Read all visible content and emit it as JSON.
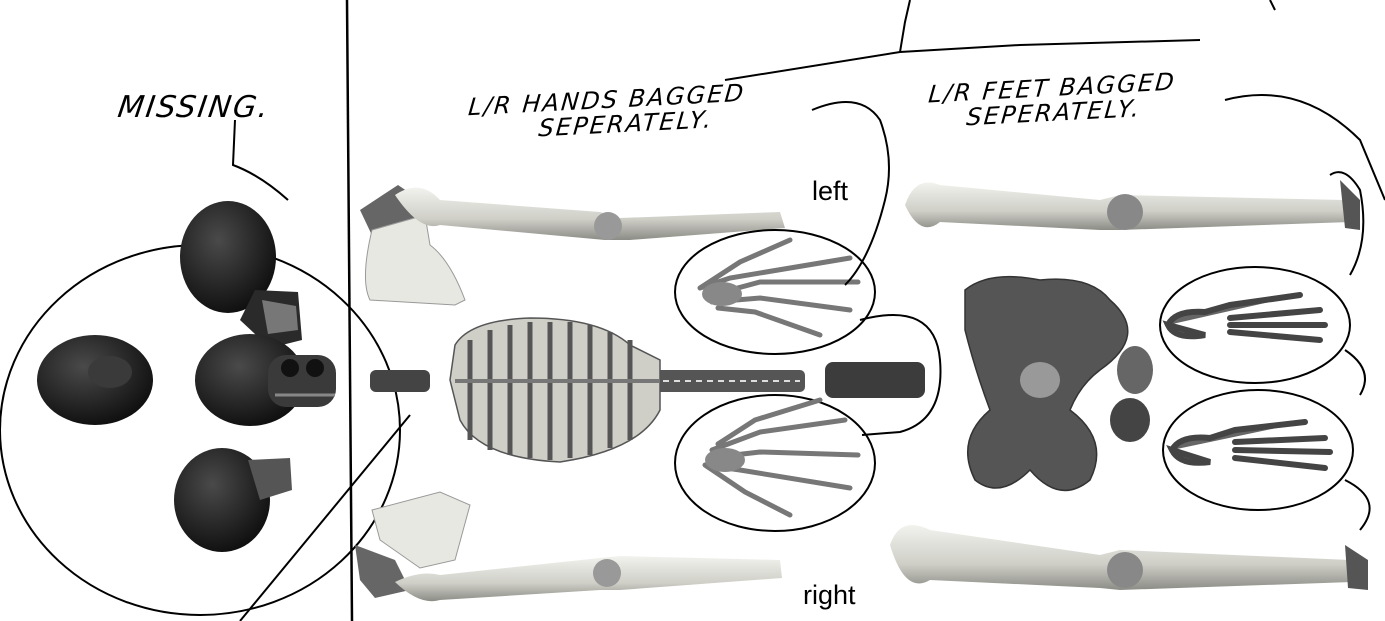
{
  "notes": {
    "missing": "MISSING.",
    "hands_line1": "L/R HANDS BAGGED",
    "hands_line2": "SEPERATELY.",
    "feet_line1": "L/R FEET BAGGED",
    "feet_line2": "SEPERATELY."
  },
  "labels": {
    "left": "left",
    "right": "right"
  },
  "colors": {
    "ink": "#000000",
    "bone_light": "#e6e6e0",
    "bone_mid": "#b9b9b2",
    "bone_dark": "#555555",
    "skull": "#1e1e1e"
  }
}
